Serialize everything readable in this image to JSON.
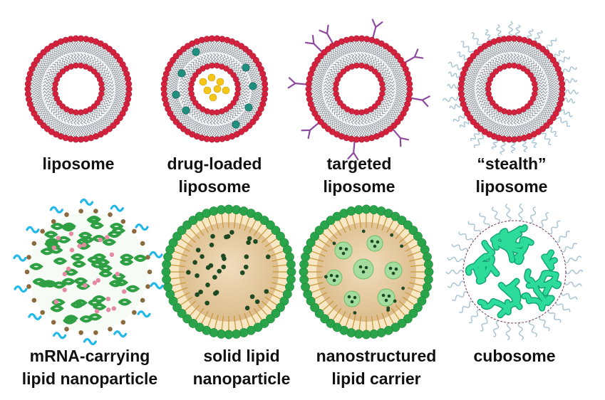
{
  "colors": {
    "head_red": "#d4213d",
    "tail_gray": "#8a9097",
    "drug_gold": "#f5c518",
    "drug_teal": "#1f8f80",
    "antibody_purple": "#8e4a9e",
    "peg_blue": "#a9c4d4",
    "green_head": "#2aa44a",
    "tail_yellow": "#e5b84c",
    "core_tan": "#e2c49a",
    "dot_dark": "#1d4a23",
    "compartment_green": "#a5dca0",
    "cubic_green": "#2ddc9a",
    "mrna_green": "#2ea043",
    "mrna_pink": "#e58aa2",
    "mrna_cyan": "#22b8e8",
    "mrna_brown": "#8b6a3e"
  },
  "panels": [
    {
      "id": "liposome",
      "lines": [
        "liposome"
      ]
    },
    {
      "id": "drug-loaded-liposome",
      "lines": [
        "drug-loaded",
        "liposome"
      ]
    },
    {
      "id": "targeted-liposome",
      "lines": [
        "targeted",
        "liposome"
      ]
    },
    {
      "id": "stealth-liposome",
      "lines": [
        "“stealth”",
        "liposome"
      ]
    },
    {
      "id": "mrna-lnp",
      "lines": [
        "mRNA-carrying",
        "lipid nanoparticle"
      ]
    },
    {
      "id": "solid-lipid-nanoparticle",
      "lines": [
        "solid lipid",
        "nanoparticle"
      ]
    },
    {
      "id": "nanostructured-lipid-carrier",
      "lines": [
        "nanostructured",
        "lipid carrier"
      ]
    },
    {
      "id": "cubosome",
      "lines": [
        "cubosome"
      ]
    }
  ]
}
